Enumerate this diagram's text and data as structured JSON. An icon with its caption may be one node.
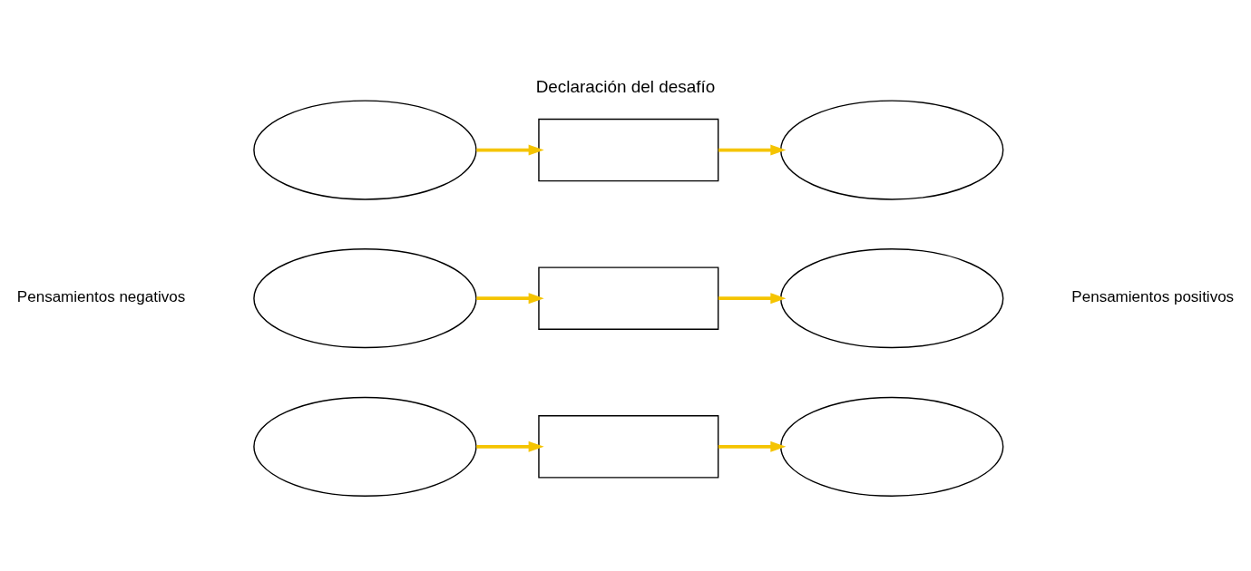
{
  "diagram": {
    "title": "Declaración del desafío",
    "nodes": [
      {
        "text": [],
        "shape": "ellipse"
      },
      {
        "text": [],
        "shape": "box"
      },
      {
        "text": [],
        "shape": "ellipse"
      },
      {
        "text": [],
        "shape": "ellipse"
      },
      {
        "text": [],
        "shape": "box"
      },
      {
        "text": [],
        "shape": "ellipse"
      },
      {
        "text": [],
        "shape": "ellipse"
      },
      {
        "text": [],
        "shape": "box"
      },
      {
        "text": [],
        "shape": "ellipse"
      }
    ],
    "edges": [
      {
        "from": 0,
        "to": 1,
        "arrow": "to"
      },
      {
        "from": 1,
        "to": 2,
        "arrow": "to"
      },
      {
        "from": 3,
        "to": 4,
        "arrow": "to"
      },
      {
        "from": 4,
        "to": 5,
        "arrow": "to"
      },
      {
        "from": 6,
        "to": 7,
        "arrow": "to"
      },
      {
        "from": 7,
        "to": 8,
        "arrow": "to"
      }
    ],
    "labels": [
      "Pensamientos negativos",
      "Pensamientos positivos"
    ]
  }
}
